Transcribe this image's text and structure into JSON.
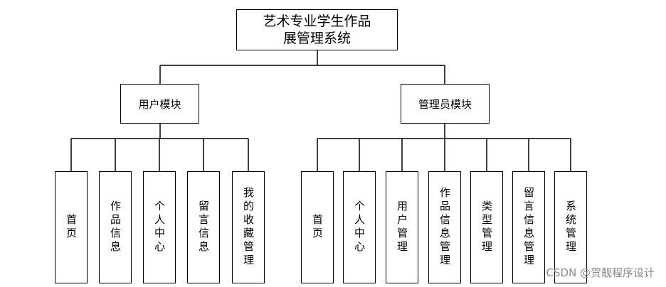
{
  "root": {
    "label": "艺术专业学生作品\n展管理系统"
  },
  "modules": [
    {
      "label": "用户模块",
      "children": [
        "首页",
        "作品信息",
        "个人中心",
        "留言信息",
        "我的收藏管理"
      ]
    },
    {
      "label": "管理员模块",
      "children": [
        "首页",
        "个人中心",
        "用户管理",
        "作品信息管理",
        "类型管理",
        "留言信息管理",
        "系统管理"
      ]
    }
  ],
  "watermark": "CSDN @贺靓程序设计"
}
